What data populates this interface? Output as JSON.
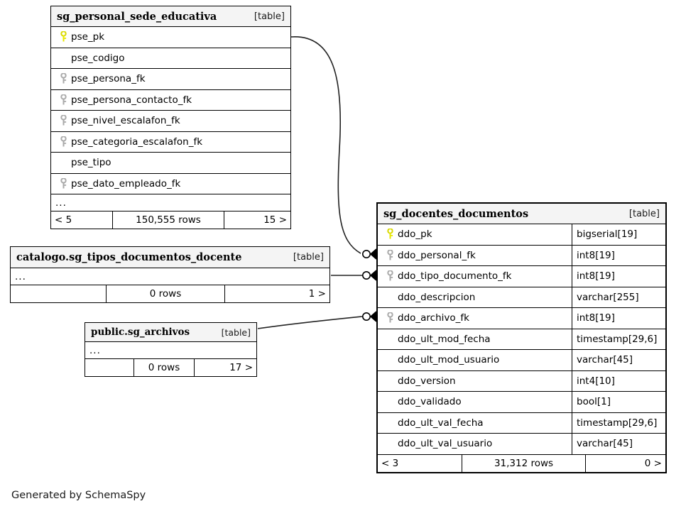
{
  "diagram": {
    "generator_credit": "Generated by SchemaSpy",
    "table_tag": "[table]",
    "ellipsis": "...",
    "colors": {
      "primary_key": "#e8e800",
      "foreign_key": "#aaaaaa",
      "header_background": "#f4f4f4",
      "border": "#000000",
      "background": "#ffffff"
    }
  },
  "tables": {
    "personal_sede_educativa": {
      "title": "sg_personal_sede_educativa",
      "tag": "[table]",
      "columns": [
        {
          "name": "pse_pk",
          "key": "primary"
        },
        {
          "name": "pse_codigo",
          "key": "none"
        },
        {
          "name": "pse_persona_fk",
          "key": "foreign"
        },
        {
          "name": "pse_persona_contacto_fk",
          "key": "foreign"
        },
        {
          "name": "pse_nivel_escalafon_fk",
          "key": "foreign"
        },
        {
          "name": "pse_categoria_escalafon_fk",
          "key": "foreign"
        },
        {
          "name": "pse_tipo",
          "key": "none"
        },
        {
          "name": "pse_dato_empleado_fk",
          "key": "foreign"
        }
      ],
      "more_indicator": "...",
      "footer": {
        "left": "< 5",
        "middle": "150,555 rows",
        "right": "15 >"
      }
    },
    "docentes_documentos": {
      "title": "sg_docentes_documentos",
      "tag": "[table]",
      "columns": [
        {
          "name": "ddo_pk",
          "type": "bigserial[19]",
          "key": "primary"
        },
        {
          "name": "ddo_personal_fk",
          "type": "int8[19]",
          "key": "foreign"
        },
        {
          "name": "ddo_tipo_documento_fk",
          "type": "int8[19]",
          "key": "foreign"
        },
        {
          "name": "ddo_descripcion",
          "type": "varchar[255]",
          "key": "none"
        },
        {
          "name": "ddo_archivo_fk",
          "type": "int8[19]",
          "key": "foreign"
        },
        {
          "name": "ddo_ult_mod_fecha",
          "type": "timestamp[29,6]",
          "key": "none"
        },
        {
          "name": "ddo_ult_mod_usuario",
          "type": "varchar[45]",
          "key": "none"
        },
        {
          "name": "ddo_version",
          "type": "int4[10]",
          "key": "none"
        },
        {
          "name": "ddo_validado",
          "type": "bool[1]",
          "key": "none"
        },
        {
          "name": "ddo_ult_val_fecha",
          "type": "timestamp[29,6]",
          "key": "none"
        },
        {
          "name": "ddo_ult_val_usuario",
          "type": "varchar[45]",
          "key": "none"
        }
      ],
      "footer": {
        "left": "< 3",
        "middle": "31,312 rows",
        "right": "0 >"
      }
    },
    "tipos_documentos_docente": {
      "title": "catalogo.sg_tipos_documentos_docente",
      "tag": "[table]",
      "more_indicator": "...",
      "footer": {
        "left": "",
        "middle": "0 rows",
        "right": "1 >"
      }
    },
    "archivos": {
      "title": "public.sg_archivos",
      "tag": "[table]",
      "more_indicator": "...",
      "footer": {
        "left": "",
        "middle": "0 rows",
        "right": "17 >"
      }
    }
  },
  "relationships": [
    {
      "name": "personal-to-docentes",
      "from_table": "sg_personal_sede_educativa",
      "from_column": "pse_pk",
      "to_table": "sg_docentes_documentos",
      "to_column": "ddo_personal_fk"
    },
    {
      "name": "tipos-documentos-to-docentes",
      "from_table": "catalogo.sg_tipos_documentos_docente",
      "to_table": "sg_docentes_documentos",
      "to_column": "ddo_tipo_documento_fk"
    },
    {
      "name": "archivos-to-docentes",
      "from_table": "public.sg_archivos",
      "to_table": "sg_docentes_documentos",
      "to_column": "ddo_archivo_fk"
    }
  ]
}
